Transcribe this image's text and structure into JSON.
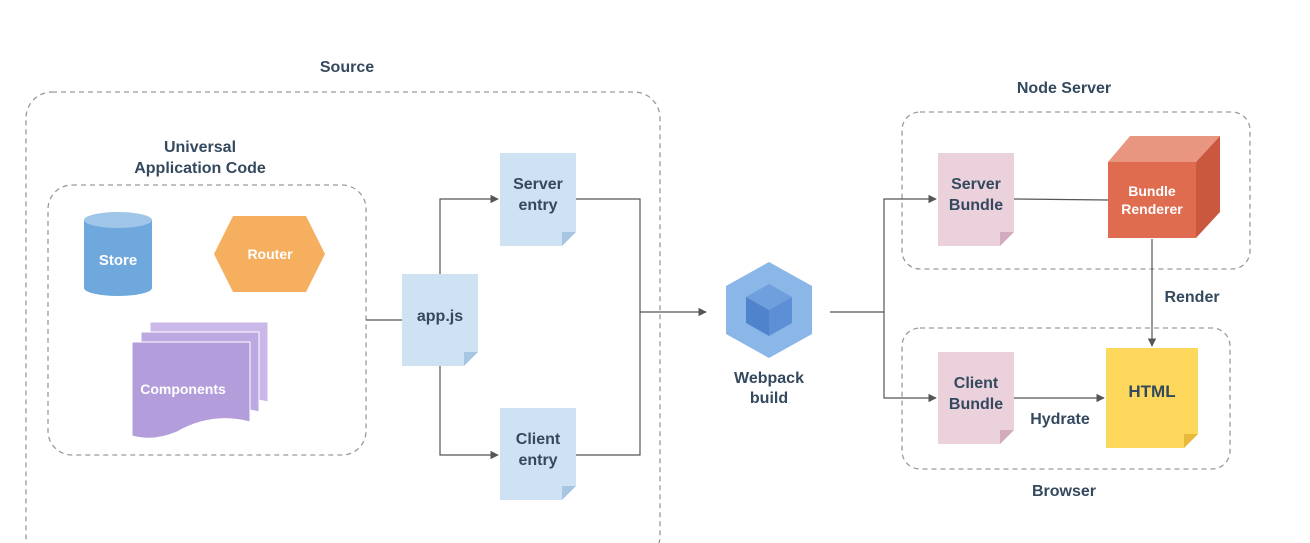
{
  "groups": {
    "source": "Source",
    "universal_line1": "Universal",
    "universal_line2": "Application Code",
    "node_server": "Node Server",
    "browser": "Browser"
  },
  "nodes": {
    "store": "Store",
    "router": "Router",
    "components": "Components",
    "app_js": "app.js",
    "server_entry_line1": "Server",
    "server_entry_line2": "entry",
    "client_entry_line1": "Client",
    "client_entry_line2": "entry",
    "webpack_line1": "Webpack",
    "webpack_line2": "build",
    "server_bundle_line1": "Server",
    "server_bundle_line2": "Bundle",
    "client_bundle_line1": "Client",
    "client_bundle_line2": "Bundle",
    "bundle_renderer_line1": "Bundle",
    "bundle_renderer_line2": "Renderer",
    "html": "HTML"
  },
  "edges": {
    "render": "Render",
    "hydrate": "Hydrate"
  },
  "colors": {
    "store": "#6fa8dc",
    "router": "#f6ae5f",
    "components": "#b39ddb",
    "entry": "#cfe2f3",
    "bundle": "#ead1dc",
    "renderer": "#e06c50",
    "html": "#fdd85d",
    "webpack": "#8ab6e8",
    "text": "#34495e",
    "line": "#555555"
  }
}
